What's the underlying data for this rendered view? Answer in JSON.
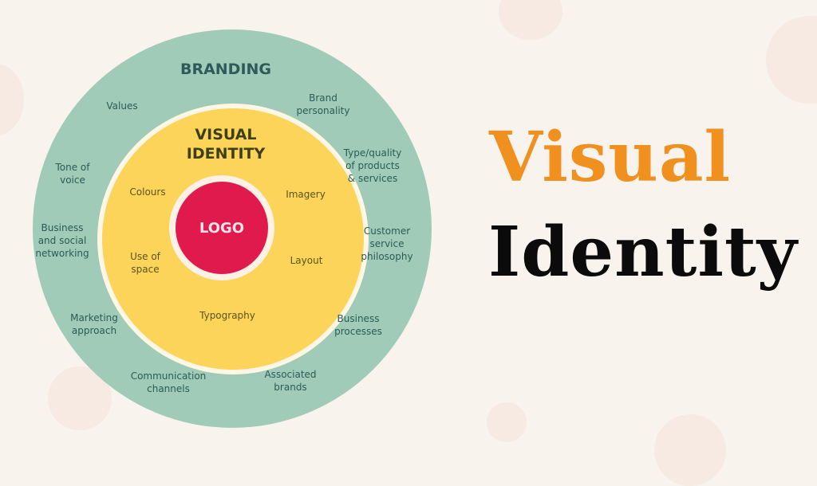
{
  "diagram": {
    "outer_ring": {
      "title": "BRANDING",
      "items": [
        "Values",
        "Brand\npersonality",
        "Tone of\nvoice",
        "Type/quality\nof products\n& services",
        "Business\nand social\nnetworking",
        "Customer\nservice\nphilosophy",
        "Marketing\napproach",
        "Business\nprocesses",
        "Communication\nchannels",
        "Associated\nbrands"
      ]
    },
    "middle_ring": {
      "title": "VISUAL\nIDENTITY",
      "items": [
        "Colours",
        "Imagery",
        "Use of\nspace",
        "Layout",
        "Typography"
      ]
    },
    "center": {
      "label": "LOGO"
    },
    "colors": {
      "outer": "#9fcbb8",
      "middle": "#fcd45a",
      "center": "#e11a4e",
      "background": "#f9f3ee"
    }
  },
  "headline": {
    "line1": "Visual",
    "line2": "Identity",
    "line1_color": "#f0901e",
    "line2_color": "#0b0b0b"
  }
}
